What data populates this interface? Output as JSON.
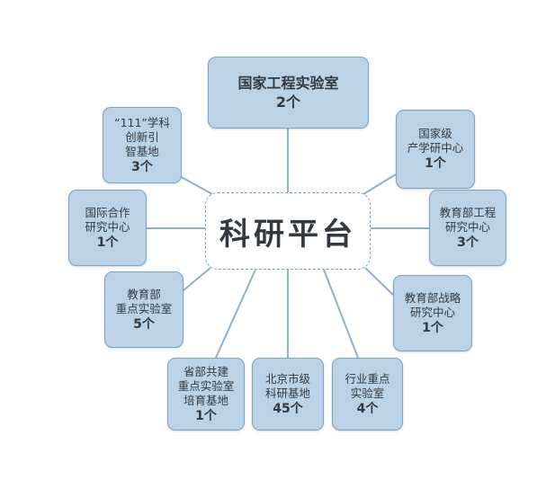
{
  "center": {
    "label": "科研平台"
  },
  "nodes": [
    {
      "id": "national-engineering-lab",
      "lines": [
        "国家工程实验室"
      ],
      "count": "2个"
    },
    {
      "id": "national-industry-research-center",
      "lines": [
        "国家级",
        "产学研中心"
      ],
      "count": "1个"
    },
    {
      "id": "moe-engineering-research-center",
      "lines": [
        "教育部工程",
        "研究中心"
      ],
      "count": "3个"
    },
    {
      "id": "moe-strategy-research-center",
      "lines": [
        "教育部战略",
        "研究中心"
      ],
      "count": "1个"
    },
    {
      "id": "industry-key-lab",
      "lines": [
        "行业重点",
        "实验室"
      ],
      "count": "4个"
    },
    {
      "id": "beijing-research-base",
      "lines": [
        "北京市级",
        "科研基地"
      ],
      "count": "45个"
    },
    {
      "id": "provincial-joint-lab-base",
      "lines": [
        "省部共建",
        "重点实验室",
        "培育基地"
      ],
      "count": "1个"
    },
    {
      "id": "moe-key-lab",
      "lines": [
        "教育部",
        "重点实验室"
      ],
      "count": "5个"
    },
    {
      "id": "international-cooperation-center",
      "lines": [
        "国际合作",
        "研究中心"
      ],
      "count": "1个"
    },
    {
      "id": "project-111-base",
      "lines": [
        "“111”学科",
        "创新引",
        "智基地"
      ],
      "count": "3个"
    }
  ],
  "colors": {
    "box_fill": "#bcd2e6",
    "box_border": "#7fa4c2",
    "connector": "#8fb0cc",
    "text": "#33393f"
  }
}
